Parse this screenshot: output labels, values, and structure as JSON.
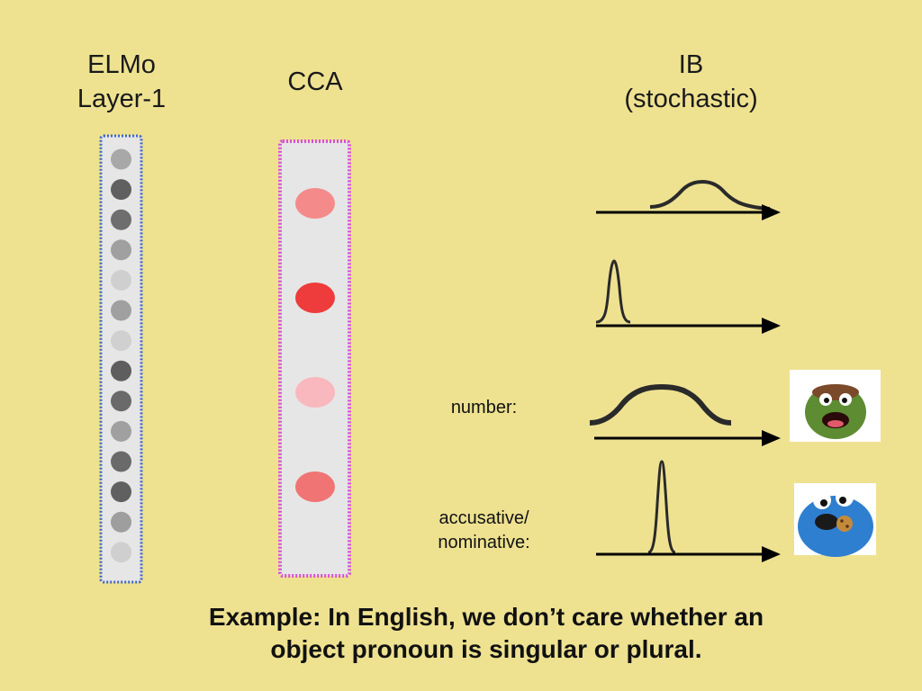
{
  "colors": {
    "background": "#EEE291",
    "elmo_column_fill": "#E6E6E6",
    "elmo_column_border": "#3F67C8",
    "cca_column_fill": "#E6E6E6",
    "cca_column_border": "#D84FD8",
    "curve_stroke": "#2A2A2A",
    "arrow_stroke": "#000000"
  },
  "headers": {
    "elmo": [
      "ELMo",
      "Layer-1"
    ],
    "cca": "CCA",
    "ib": [
      "IB",
      "(stochastic)"
    ]
  },
  "elmo_units": {
    "gray_levels": [
      "#A8A8A8",
      "#606060",
      "#6E6E6E",
      "#A0A0A0",
      "#CFCFCF",
      "#A0A0A0",
      "#D0D0D0",
      "#5E5E5E",
      "#6A6A6A",
      "#A0A0A0",
      "#6A6A6A",
      "#606060",
      "#9E9E9E",
      "#CFCFCF"
    ]
  },
  "cca_units": {
    "colors": [
      "#F58A8A",
      "#EE3B3B",
      "#F8B8BE",
      "#F07474"
    ]
  },
  "ib_dimensions": [
    {
      "shape": "wide-bump",
      "label": []
    },
    {
      "shape": "narrow-peak",
      "label": []
    },
    {
      "shape": "wide-bump",
      "label": [
        "number:"
      ],
      "character": "grouch-face-icon"
    },
    {
      "shape": "narrow-peak",
      "label": [
        "accusative/",
        "nominative:"
      ],
      "character": "cookie-monster-icon"
    }
  ],
  "caption": [
    "Example: In English, we don’t care whether an",
    "object pronoun is singular or plural."
  ]
}
